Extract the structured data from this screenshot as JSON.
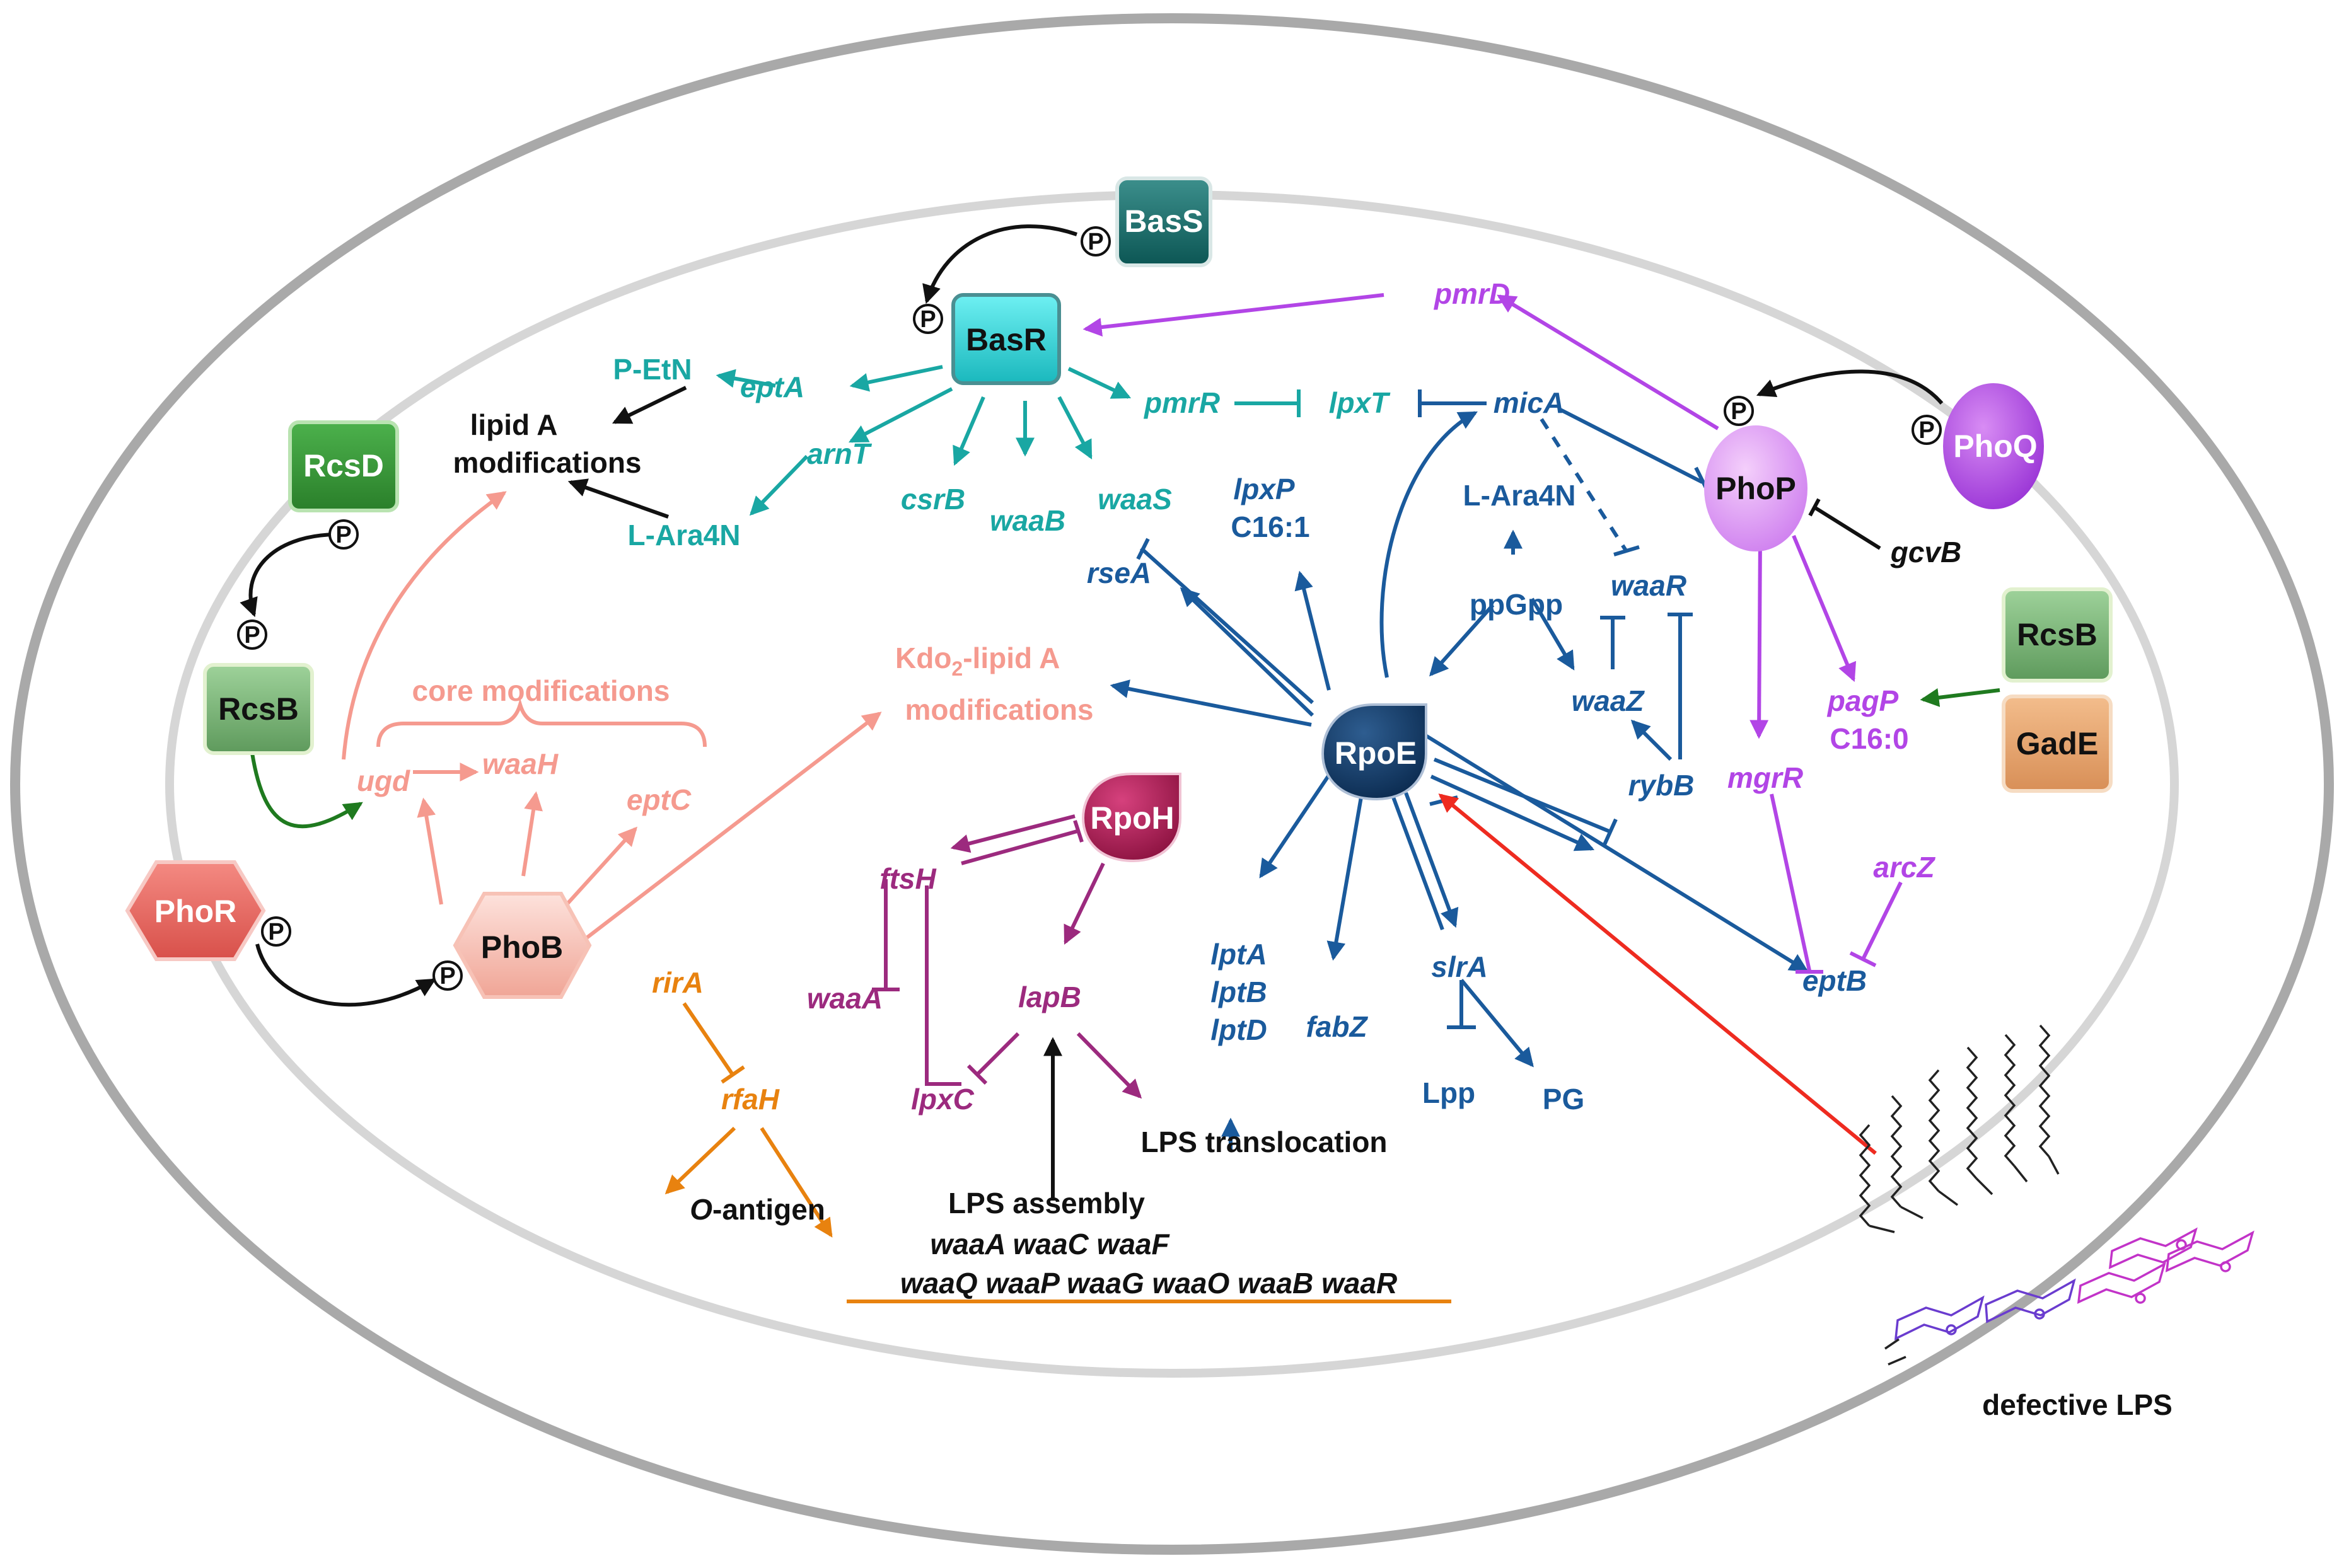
{
  "nodes": {
    "bass": "BasS",
    "basr": "BasR",
    "rcsd": "RcsD",
    "rcsb_left": "RcsB",
    "phor": "PhoR",
    "phob": "PhoB",
    "phoq": "PhoQ",
    "phop": "PhoP",
    "rcsb_right": "RcsB",
    "gade": "GadE",
    "rpoe": "RpoE",
    "rpoh": "RpoH",
    "phospho": "P"
  },
  "genes": {
    "pmrD": "pmrD",
    "eptA": "eptA",
    "pmrR": "pmrR",
    "lpxT": "lpxT",
    "micA": "micA",
    "arnT": "arnT",
    "csrB": "csrB",
    "waaB": "waaB",
    "waaS": "waaS",
    "lpxP": "lpxP",
    "c161": "C16:1",
    "lara4n_center": "L-Ara4N",
    "rseA": "rseA",
    "ppGpp": "ppGpp",
    "waaR": "waaR",
    "waaZ": "waaZ",
    "rybB": "rybB",
    "gcvB": "gcvB",
    "pagP": "pagP",
    "c160": "C16:0",
    "mgrR": "mgrR",
    "arcZ": "arcZ",
    "eptB": "eptB",
    "ugd": "ugd",
    "waaH": "waaH",
    "eptC": "eptC",
    "ftsH": "ftsH",
    "waaA": "waaA",
    "lapB": "lapB",
    "lpxC": "lpxC",
    "lptA": "lptA",
    "lptB": "lptB",
    "lptD": "lptD",
    "fabZ": "fabZ",
    "slrA": "slrA",
    "lpp": "Lpp",
    "pg": "PG",
    "rirA": "rirA",
    "rfaH": "rfaH"
  },
  "labels": {
    "p_etn": "P-EtN",
    "lipidA_1": "lipid A",
    "lipidA_2": "modifications",
    "lara4n_left": "L-Ara4N",
    "core_mod": "core modifications",
    "kdo_pre": "Kdo",
    "kdo_sub": "2",
    "kdo_post": "-lipid A",
    "kdo_2": "modifications",
    "lps_translocation": "LPS translocation",
    "lps_assembly": "LPS assembly",
    "assembly_genes_1": "waaA waaC waaF",
    "assembly_genes_2": "waaQ waaP waaG waaO waaB waaR",
    "o_antigen_prefix": "O",
    "o_antigen_suffix": "-antigen",
    "defective_lps": "defective LPS"
  },
  "colors": {
    "teal": "#19a7a3",
    "navy": "#1a5a9c",
    "violet": "#b245e6",
    "salmon": "#f59a8f",
    "plum": "#9c2a7e",
    "orange": "#e8820f",
    "green": "#1f7a1f",
    "red": "#ee2b20",
    "black": "#111111"
  }
}
